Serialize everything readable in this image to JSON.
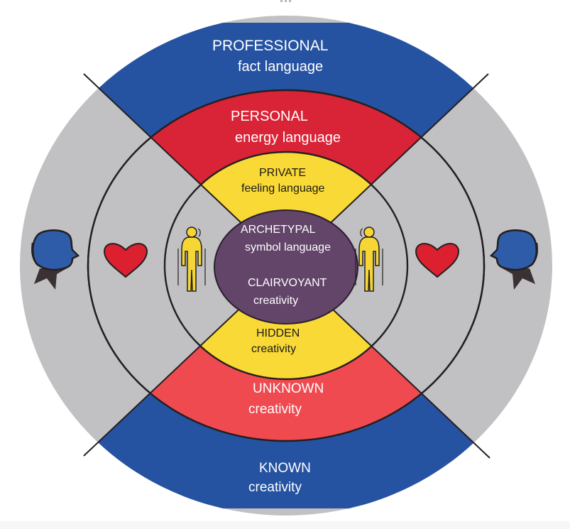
{
  "colors": {
    "outer_blue": "#2553a1",
    "gray": "#c1c0c2",
    "personal_red": "#d92336",
    "unknown_red": "#ef4a50",
    "yellow": "#f9d935",
    "purple": "#63456a",
    "line": "#231f20",
    "white_text": "#ffffff",
    "dark_text": "#1a1a1a",
    "figure_yellow": "#f5d634",
    "heart_red": "#dc2030",
    "head_blue": "#2f5ca8",
    "neck_dark": "#3a3133"
  },
  "segments": {
    "professional": {
      "title": "PROFESSIONAL",
      "subtitle": "fact language"
    },
    "personal": {
      "title": "PERSONAL",
      "subtitle": "energy language"
    },
    "private": {
      "title": "PRIVATE",
      "subtitle": "feeling language"
    },
    "archetypal": {
      "title": "ARCHETYPAL",
      "subtitle": "symbol language"
    },
    "clairvoyant": {
      "title": "CLAIRVOYANT",
      "subtitle": "creativity"
    },
    "hidden": {
      "title": "HIDDEN",
      "subtitle": "creativity"
    },
    "unknown": {
      "title": "UNKNOWN",
      "subtitle": "creativity"
    },
    "known": {
      "title": "KNOWN",
      "subtitle": "creativity"
    }
  },
  "icons": {
    "outer": "head-profile-icon",
    "middle": "heart-icon",
    "inner": "person-figure-icon"
  }
}
